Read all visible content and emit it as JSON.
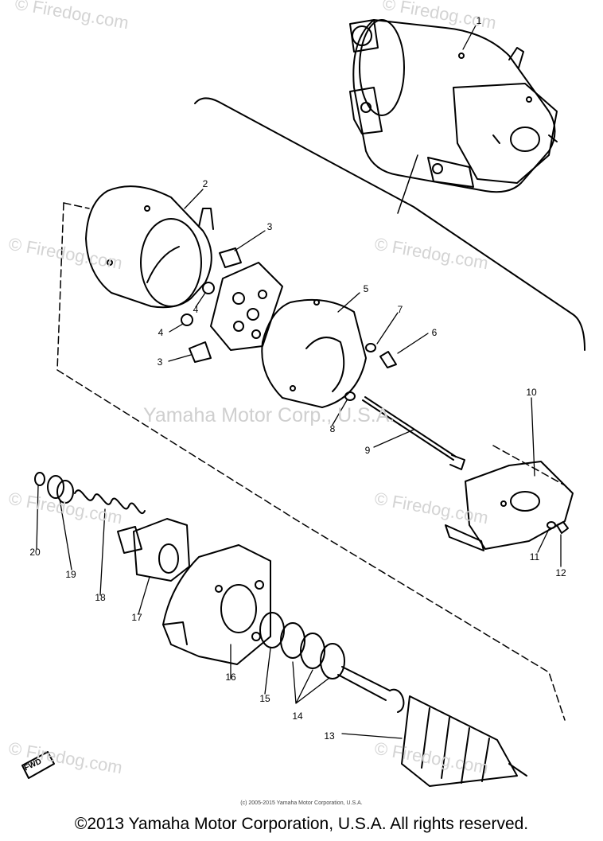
{
  "watermarks": {
    "site": "© Firedog.com",
    "center": "Yamaha Motor Corp., U.S.A."
  },
  "parts": [
    "1",
    "2",
    "3",
    "3",
    "4",
    "4",
    "5",
    "6",
    "7",
    "8",
    "9",
    "10",
    "11",
    "12",
    "13",
    "14",
    "15",
    "16",
    "17",
    "18",
    "19",
    "20"
  ],
  "fwd_label": "FWD",
  "small_copyright": "(c) 2005-2015 Yamaha Motor Corporation, U.S.A.",
  "copyright": "©2013 Yamaha Motor Corporation, U.S.A. All rights reserved."
}
